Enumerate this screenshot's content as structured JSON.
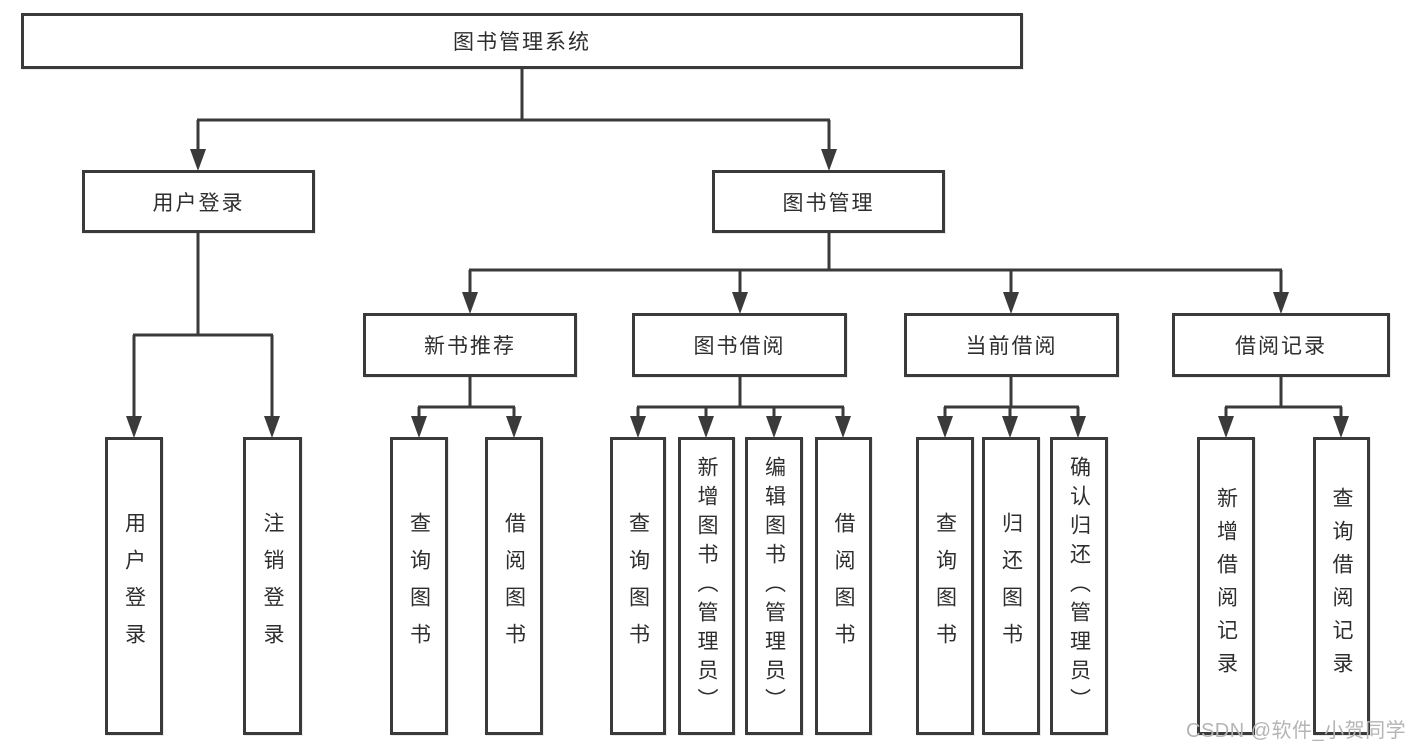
{
  "nodes": {
    "root": {
      "label": "图书管理系统"
    },
    "level2": [
      {
        "label": "用户登录"
      },
      {
        "label": "图书管理"
      }
    ],
    "level3": [
      {
        "label": "新书推荐"
      },
      {
        "label": "图书借阅"
      },
      {
        "label": "当前借阅"
      },
      {
        "label": "借阅记录"
      }
    ],
    "leaves": [
      {
        "label": "用户登录"
      },
      {
        "label": "注销登录"
      },
      {
        "label": "查询图书"
      },
      {
        "label": "借阅图书"
      },
      {
        "label": "查询图书"
      },
      {
        "label": "新增图书（管理员）"
      },
      {
        "label": "编辑图书（管理员）"
      },
      {
        "label": "借阅图书"
      },
      {
        "label": "查询图书"
      },
      {
        "label": "归还图书"
      },
      {
        "label": "确认归还（管理员）"
      },
      {
        "label": "新增借阅记录"
      },
      {
        "label": "查询借阅记录"
      }
    ]
  },
  "hierarchy": {
    "图书管理系统": [
      "用户登录",
      "图书管理"
    ],
    "用户登录": [
      "用户登录",
      "注销登录"
    ],
    "图书管理": [
      "新书推荐",
      "图书借阅",
      "当前借阅",
      "借阅记录"
    ],
    "新书推荐": [
      "查询图书",
      "借阅图书"
    ],
    "图书借阅": [
      "查询图书",
      "新增图书（管理员）",
      "编辑图书（管理员）",
      "借阅图书"
    ],
    "当前借阅": [
      "查询图书",
      "归还图书",
      "确认归还（管理员）"
    ],
    "借阅记录": [
      "新增借阅记录",
      "查询借阅记录"
    ]
  },
  "watermark": {
    "text": "CSDN @软件_小贺同学",
    "color": "#b5b5b5"
  },
  "colors": {
    "line": "#3a3a3a",
    "border": "#3a3a3a",
    "text": "#2e2e2e",
    "background": "#ffffff",
    "watermark": "#b5b5b5"
  }
}
